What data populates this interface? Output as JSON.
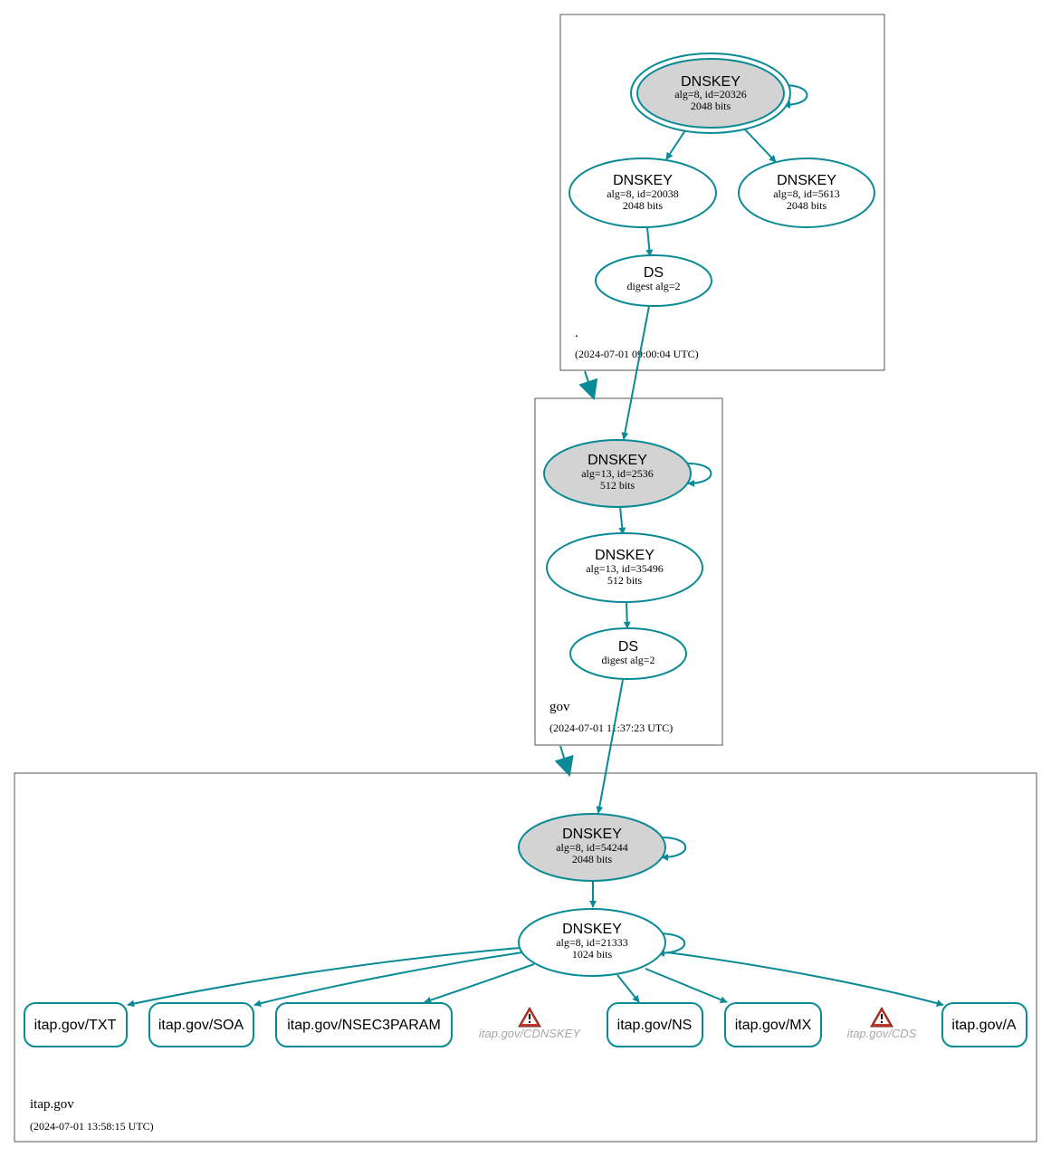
{
  "colors": {
    "edge": "#0a8a96",
    "signed_key_fill": "#d3d3d3",
    "warning": "#c0392b",
    "muted_text": "#a8a8a8"
  },
  "zones": {
    "root": {
      "name": ".",
      "timestamp": "(2024-07-01 09:00:04 UTC)"
    },
    "gov": {
      "name": "gov",
      "timestamp": "(2024-07-01 11:37:23 UTC)"
    },
    "itap": {
      "name": "itap.gov",
      "timestamp": "(2024-07-01 13:58:15 UTC)"
    }
  },
  "nodes": {
    "root_ksk": {
      "title": "DNSKEY",
      "line1": "alg=8, id=20326",
      "line2": "2048 bits"
    },
    "root_zsk1": {
      "title": "DNSKEY",
      "line1": "alg=8, id=20038",
      "line2": "2048 bits"
    },
    "root_zsk2": {
      "title": "DNSKEY",
      "line1": "alg=8, id=5613",
      "line2": "2048 bits"
    },
    "root_ds": {
      "title": "DS",
      "line1": "digest alg=2"
    },
    "gov_ksk": {
      "title": "DNSKEY",
      "line1": "alg=13, id=2536",
      "line2": "512 bits"
    },
    "gov_zsk": {
      "title": "DNSKEY",
      "line1": "alg=13, id=35496",
      "line2": "512 bits"
    },
    "gov_ds": {
      "title": "DS",
      "line1": "digest alg=2"
    },
    "itap_ksk": {
      "title": "DNSKEY",
      "line1": "alg=8, id=54244",
      "line2": "2048 bits"
    },
    "itap_zsk": {
      "title": "DNSKEY",
      "line1": "alg=8, id=21333",
      "line2": "1024 bits"
    }
  },
  "records": {
    "txt": "itap.gov/TXT",
    "soa": "itap.gov/SOA",
    "nsec3param": "itap.gov/NSEC3PARAM",
    "ns": "itap.gov/NS",
    "mx": "itap.gov/MX",
    "a": "itap.gov/A"
  },
  "warnings": {
    "cdnskey": {
      "label": "itap.gov/CDNSKEY",
      "icon": "warning-triangle-icon"
    },
    "cds": {
      "label": "itap.gov/CDS",
      "icon": "warning-triangle-icon"
    }
  }
}
